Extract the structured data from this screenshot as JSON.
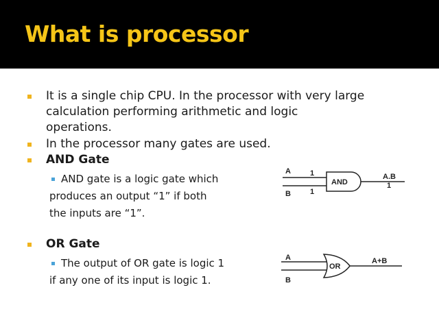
{
  "slide": {
    "title": "What is processor",
    "bullets": [
      {
        "lines": [
          "It is a single chip CPU. In the processor with very large",
          "calculation performing arithmetic and logic",
          "operations."
        ]
      },
      {
        "lines": [
          "In the processor many gates are used."
        ]
      }
    ],
    "and_section": {
      "heading": "AND Gate",
      "lines": [
        "AND gate is a logic gate which",
        "produces an output “1” if both",
        "the inputs are “1”."
      ]
    },
    "or_section": {
      "heading": "OR Gate",
      "lines": [
        "The output of OR gate is logic 1",
        "if any one of its input is logic 1."
      ]
    },
    "and_diagram": {
      "input_a": "A",
      "input_b": "B",
      "value_a": "1",
      "value_b": "1",
      "gate_label": "AND",
      "output_label": "A.B",
      "output_value": "1"
    },
    "or_diagram": {
      "input_a": "A",
      "input_b": "B",
      "gate_label": "OR",
      "output_label": "A+B"
    }
  },
  "colors": {
    "title": "#f5c518",
    "title_background": "#000000",
    "bullet_level1": "#f0b41e",
    "bullet_level2": "#4aa3d8"
  }
}
